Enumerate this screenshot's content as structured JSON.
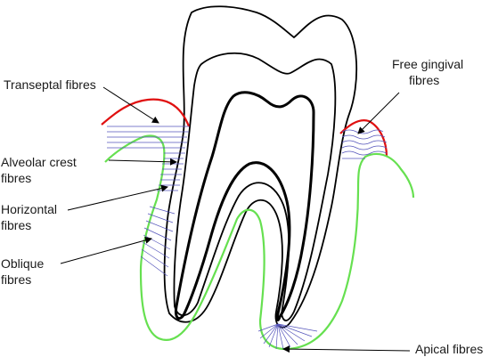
{
  "labels": {
    "transeptal": "Transeptal fibres",
    "free_gingival_1": "Free gingival",
    "free_gingival_2": "fibres",
    "alveolar_crest_1": "Alveolar crest",
    "alveolar_crest_2": "fibres",
    "horizontal_1": "Horizontal",
    "horizontal_2": "fibres",
    "oblique_1": "Oblique",
    "oblique_2": "fibres",
    "apical": "Apical fibres"
  },
  "colors": {
    "outline": "#000000",
    "gingiva": "#e01010",
    "bone": "#66e050",
    "fibres": "#5555bb"
  }
}
